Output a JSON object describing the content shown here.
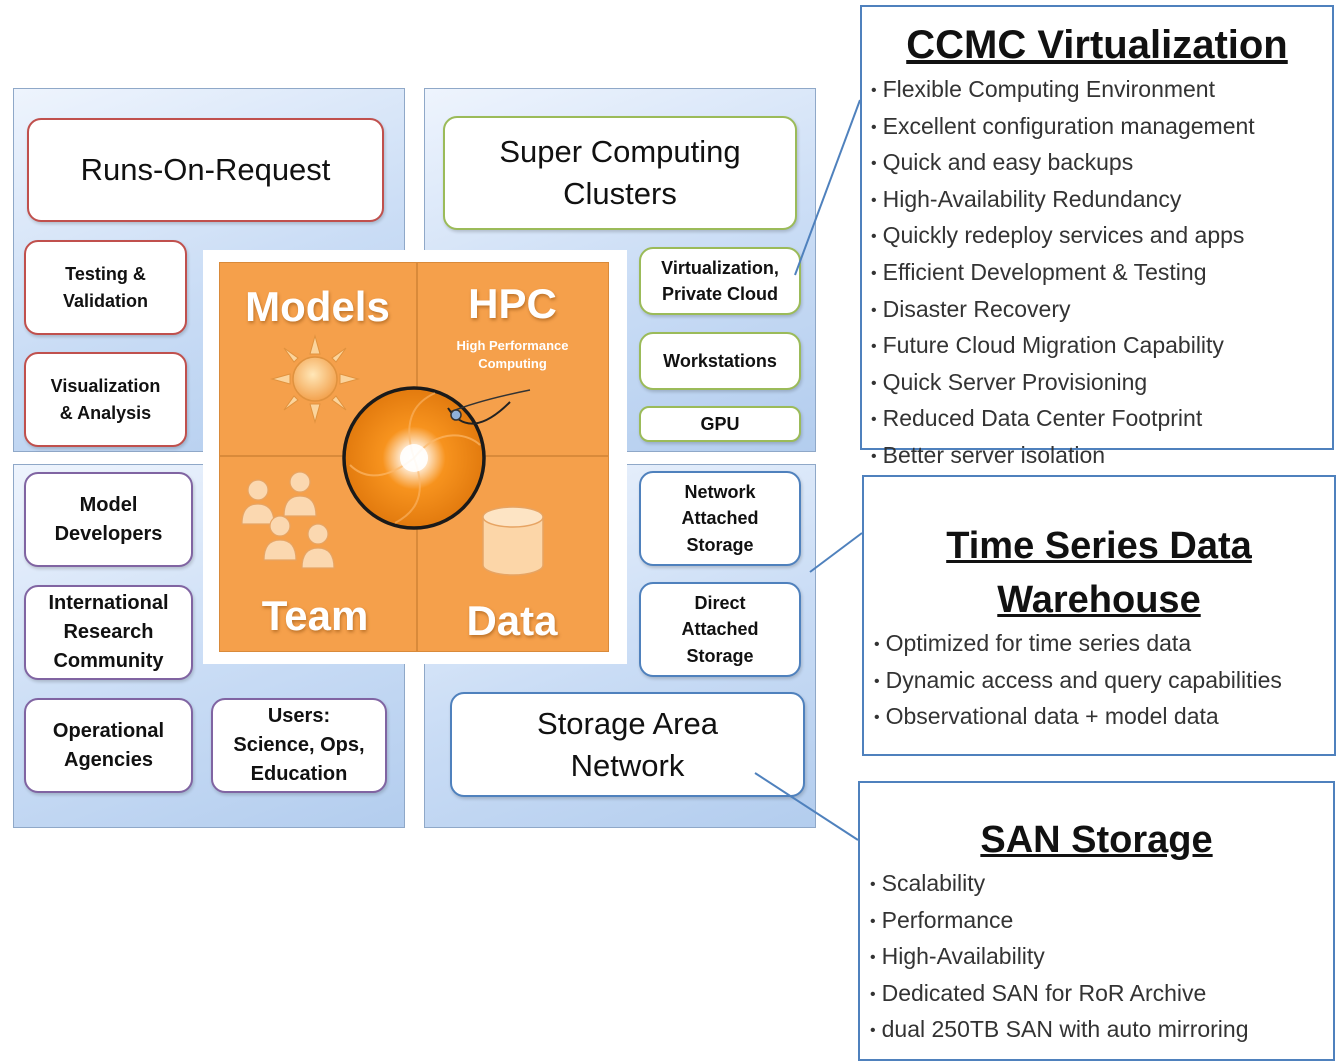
{
  "runs_on_request": "Runs-On-Request",
  "testing_validation": [
    "Testing &",
    "Validation"
  ],
  "visualization_analysis": [
    "Visualization",
    "& Analysis"
  ],
  "model_developers": [
    "Model",
    "Developers"
  ],
  "international_research": [
    "International",
    "Research",
    "Community"
  ],
  "operational_agencies": [
    "Operational",
    "Agencies"
  ],
  "users": [
    "Users:",
    "Science, Ops,",
    "Education"
  ],
  "super_computing": [
    "Super Computing",
    "Clusters"
  ],
  "virtualization_cloud": [
    "Virtualization,",
    "Private Cloud"
  ],
  "workstations": "Workstations",
  "gpu": "GPU",
  "nas": [
    "Network",
    "Attached",
    "Storage"
  ],
  "das": [
    "Direct",
    "Attached",
    "Storage"
  ],
  "san_box": [
    "Storage Area",
    "Network"
  ],
  "center": {
    "models": "Models",
    "hpc": "HPC",
    "hpc_sub": [
      "High Performance",
      "Computing"
    ],
    "team": "Team",
    "data": "Data"
  },
  "ccmc": {
    "title": "CCMC Virtualization",
    "items": [
      "Flexible Computing Environment",
      "Excellent configuration management",
      "Quick and easy backups",
      "High-Availability Redundancy",
      "Quickly redeploy services and apps",
      "Efficient Development & Testing",
      "Disaster Recovery",
      "Future Cloud Migration Capability",
      "Quick Server Provisioning",
      "Reduced Data Center Footprint",
      "Better server isolation"
    ]
  },
  "tsdw": {
    "title_lines": [
      "Time Series Data",
      "Warehouse"
    ],
    "items": [
      "Optimized for time series data",
      "Dynamic access and query capabilities",
      "Observational data + model data"
    ]
  },
  "san_storage": {
    "title": "SAN Storage",
    "items": [
      "Scalability",
      "Performance",
      "High-Availability",
      "Dedicated SAN for RoR Archive",
      "dual 250TB SAN with auto mirroring"
    ]
  },
  "colors": {
    "red_border": "#c0504d",
    "green_border": "#9bbb59",
    "purple_border": "#8064a2",
    "blue_border": "#4f81bd",
    "orange_fill": "#f5a04b"
  }
}
